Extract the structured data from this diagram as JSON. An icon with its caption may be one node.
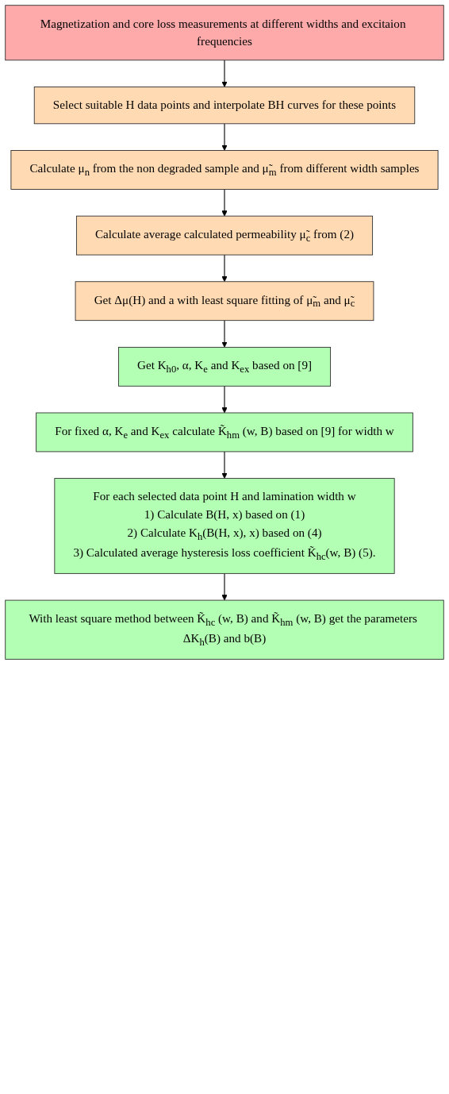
{
  "diagram": {
    "nodes": [
      {
        "text": [
          "Magnetization and core loss measurements at different widths and excitaion frequencies"
        ]
      },
      {
        "text": [
          "Select suitable H data points and interpolate BH curves for these points"
        ]
      },
      {
        "text": [
          "Calculate μ$_{n}$ from the non degraded sample and μ̃$_{m}$ from different width samples"
        ]
      },
      {
        "text": [
          "Calculate average calculated permeability μ̃$_{c}$ from (2)"
        ]
      },
      {
        "text": [
          "Get Δμ(H) and a with least square fitting of μ̃$_{m}$ and μ̃$_{c}$"
        ]
      },
      {
        "text": [
          "Get K$_{h0}$, α, K$_{e}$ and K$_{ex}$ based on [9]"
        ]
      },
      {
        "text": [
          "For fixed α, K$_{e}$ and K$_{ex}$ calculate K̃$_{hm}$ (w, B) based on [9] for width w"
        ]
      },
      {
        "text": [
          "For each selected data point H and lamination width w",
          "1) Calculate B(H, x) based on (1)",
          "2) Calculate K$_{h}$(B(H, x), x) based on (4)",
          "3) Calculated average hysteresis loss coefficient K̃$_{hc}$(w, B) (5)."
        ]
      },
      {
        "text": [
          "With least square method between K̃$_{hc}$ (w, B) and K̃$_{hm}$ (w, B) get the parameters ΔK$_{h}$(B) and b(B)"
        ]
      }
    ],
    "edges": [
      {
        "from": 0,
        "to": 1,
        "arrow": "to"
      },
      {
        "from": 1,
        "to": 2,
        "arrow": "to"
      },
      {
        "from": 2,
        "to": 3,
        "arrow": "to"
      },
      {
        "from": 3,
        "to": 4,
        "arrow": "to"
      },
      {
        "from": 4,
        "to": 5,
        "arrow": "to"
      },
      {
        "from": 5,
        "to": 6,
        "arrow": "to"
      },
      {
        "from": 6,
        "to": 7,
        "arrow": "to"
      },
      {
        "from": 7,
        "to": 8,
        "arrow": "to"
      }
    ]
  }
}
